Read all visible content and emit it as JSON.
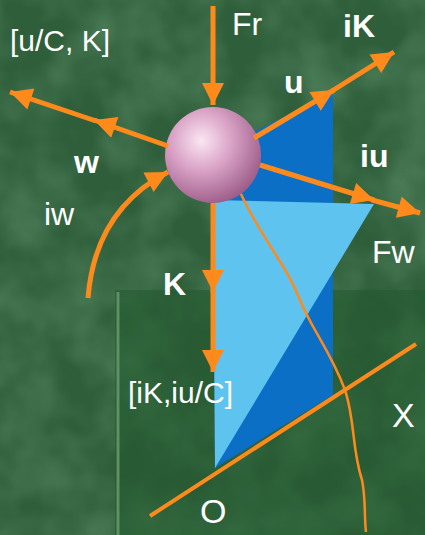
{
  "diagram": {
    "labels": [
      "[u/C, K]",
      "Fr",
      "iK",
      "u",
      "iu",
      "Fw",
      "w",
      "iw",
      "K",
      "[iK,iu/C]",
      "X",
      "O"
    ]
  }
}
